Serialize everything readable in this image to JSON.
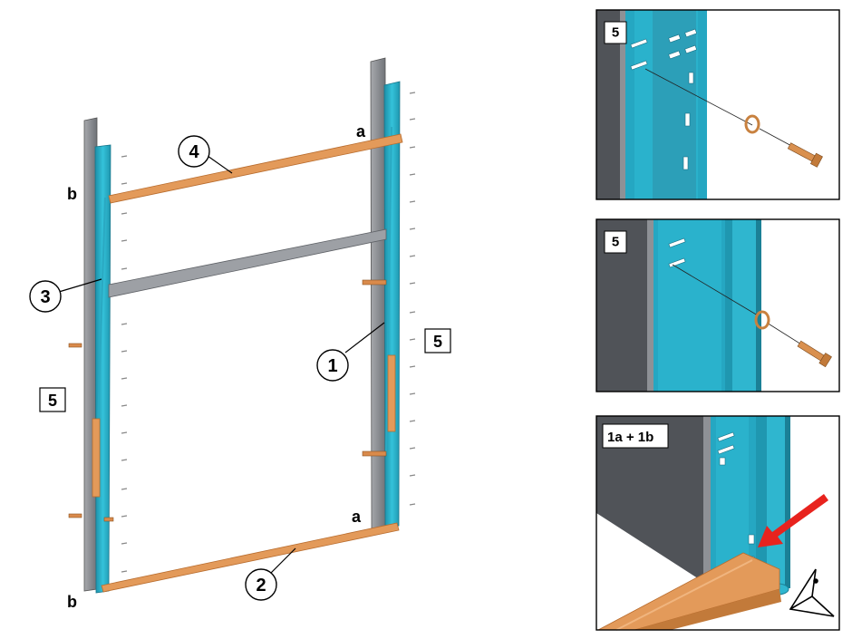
{
  "colors": {
    "upright_cyan": "#2fb6cf",
    "upright_cyan_dark": "#1f8ea6",
    "wall_grey": "#8e9196",
    "wall_dark": "#3d3f45",
    "beam_orange": "#e39a5a",
    "beam_orange_dark": "#b86c2e",
    "arrow_red": "#e8231e"
  },
  "callouts": {
    "c1": "1",
    "c2": "2",
    "c3": "3",
    "c4": "4"
  },
  "letters": {
    "a_top": "a",
    "a_bottom": "a",
    "b_top": "b",
    "b_bottom": "b"
  },
  "boxes": {
    "left": "5",
    "right": "5"
  },
  "panels": {
    "top": {
      "label": "5"
    },
    "middle": {
      "label": "5"
    },
    "bottom": {
      "label": "1a + 1b"
    }
  }
}
